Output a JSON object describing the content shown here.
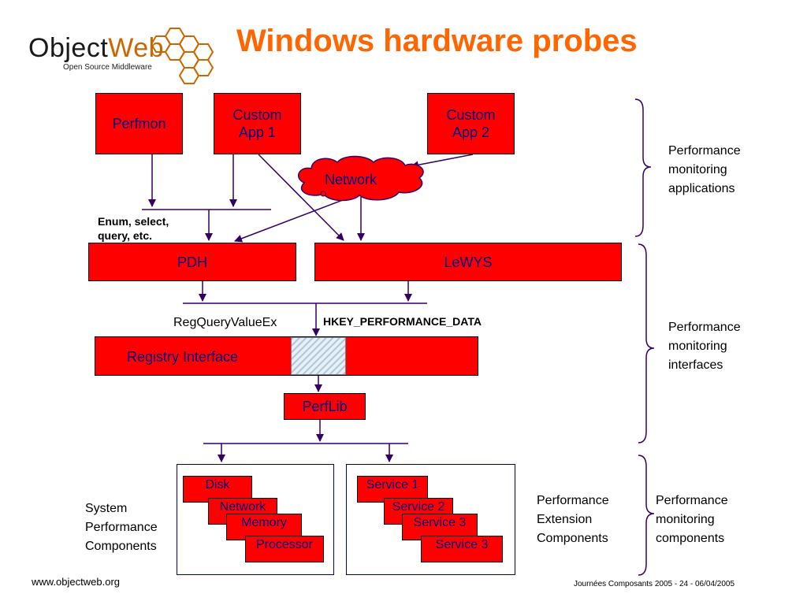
{
  "logo": {
    "name_a": "Object",
    "name_b": "Web",
    "tagline": "Open Source Middleware"
  },
  "title": "Windows hardware probes",
  "boxes": {
    "perfmon": "Perfmon",
    "custom_app_1": [
      "Custom",
      "App 1"
    ],
    "custom_app_2": [
      "Custom",
      "App 2"
    ],
    "network_cloud": "Network",
    "pdh": "PDH",
    "lewys": "LeWYS",
    "registry_interface": "Registry Interface",
    "perflib": "PerfLib"
  },
  "annotations": {
    "enum_select": [
      "Enum, select,",
      "query, etc."
    ],
    "regquery": "RegQueryValueEx",
    "hkey": "HKEY_PERFORMANCE_DATA"
  },
  "system_components": {
    "label": [
      "System",
      "Performance",
      "Components"
    ],
    "items": [
      "Disk",
      "Network",
      "Memory",
      "Processor"
    ]
  },
  "service_components": {
    "items": [
      "Service 1",
      "Service 2",
      "Service 3",
      "Service 3"
    ]
  },
  "side_labels": {
    "applications": [
      "Performance",
      "monitoring",
      "applications"
    ],
    "interfaces": [
      "Performance",
      "monitoring",
      "interfaces"
    ],
    "extension": [
      "Performance",
      "Extension",
      "Components"
    ],
    "components": [
      "Performance",
      "monitoring",
      "components"
    ]
  },
  "footer": {
    "url": "www.objectweb.org",
    "right": "Journées Composants 2005 - 24 - 06/04/2005"
  },
  "colors": {
    "box_fill": "#ff0000",
    "box_text": "#000080",
    "title": "#ff6600",
    "arrow": "#330066"
  }
}
